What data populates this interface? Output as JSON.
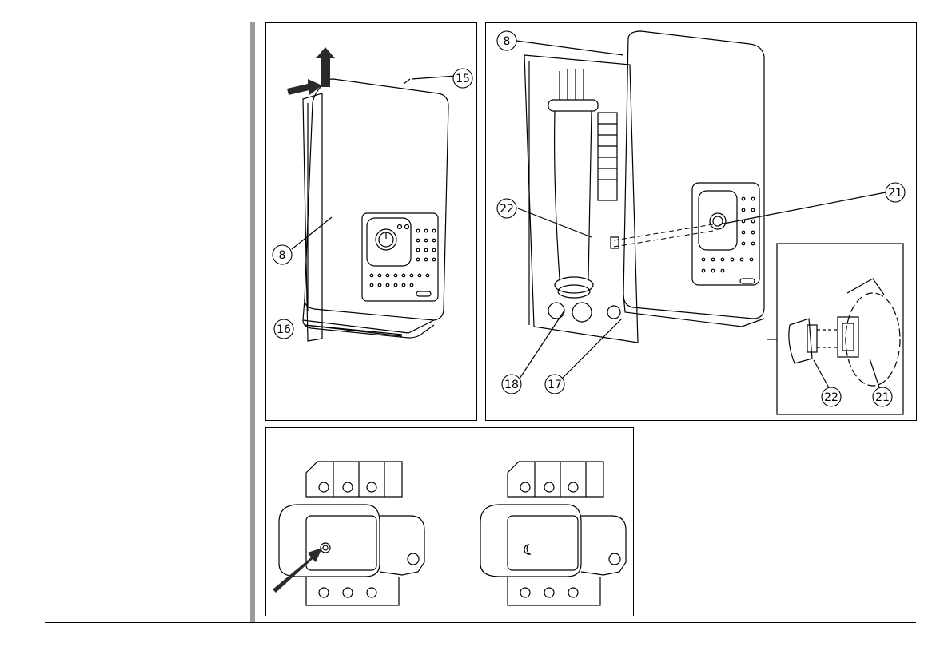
{
  "panels": {
    "top_left": {
      "callouts": {
        "c15": "15",
        "c8": "8",
        "c16": "16"
      }
    },
    "top_right": {
      "callouts": {
        "c8": "8",
        "c22": "22",
        "c21": "21",
        "c18": "18",
        "c17": "17",
        "inset_c22": "22",
        "inset_c21": "21"
      }
    },
    "bottom": {
      "callouts": {}
    }
  },
  "colors": {
    "line": "#000000",
    "accent_bar": "#9b9b9b",
    "arrow_fill": "#2a2a2a"
  }
}
